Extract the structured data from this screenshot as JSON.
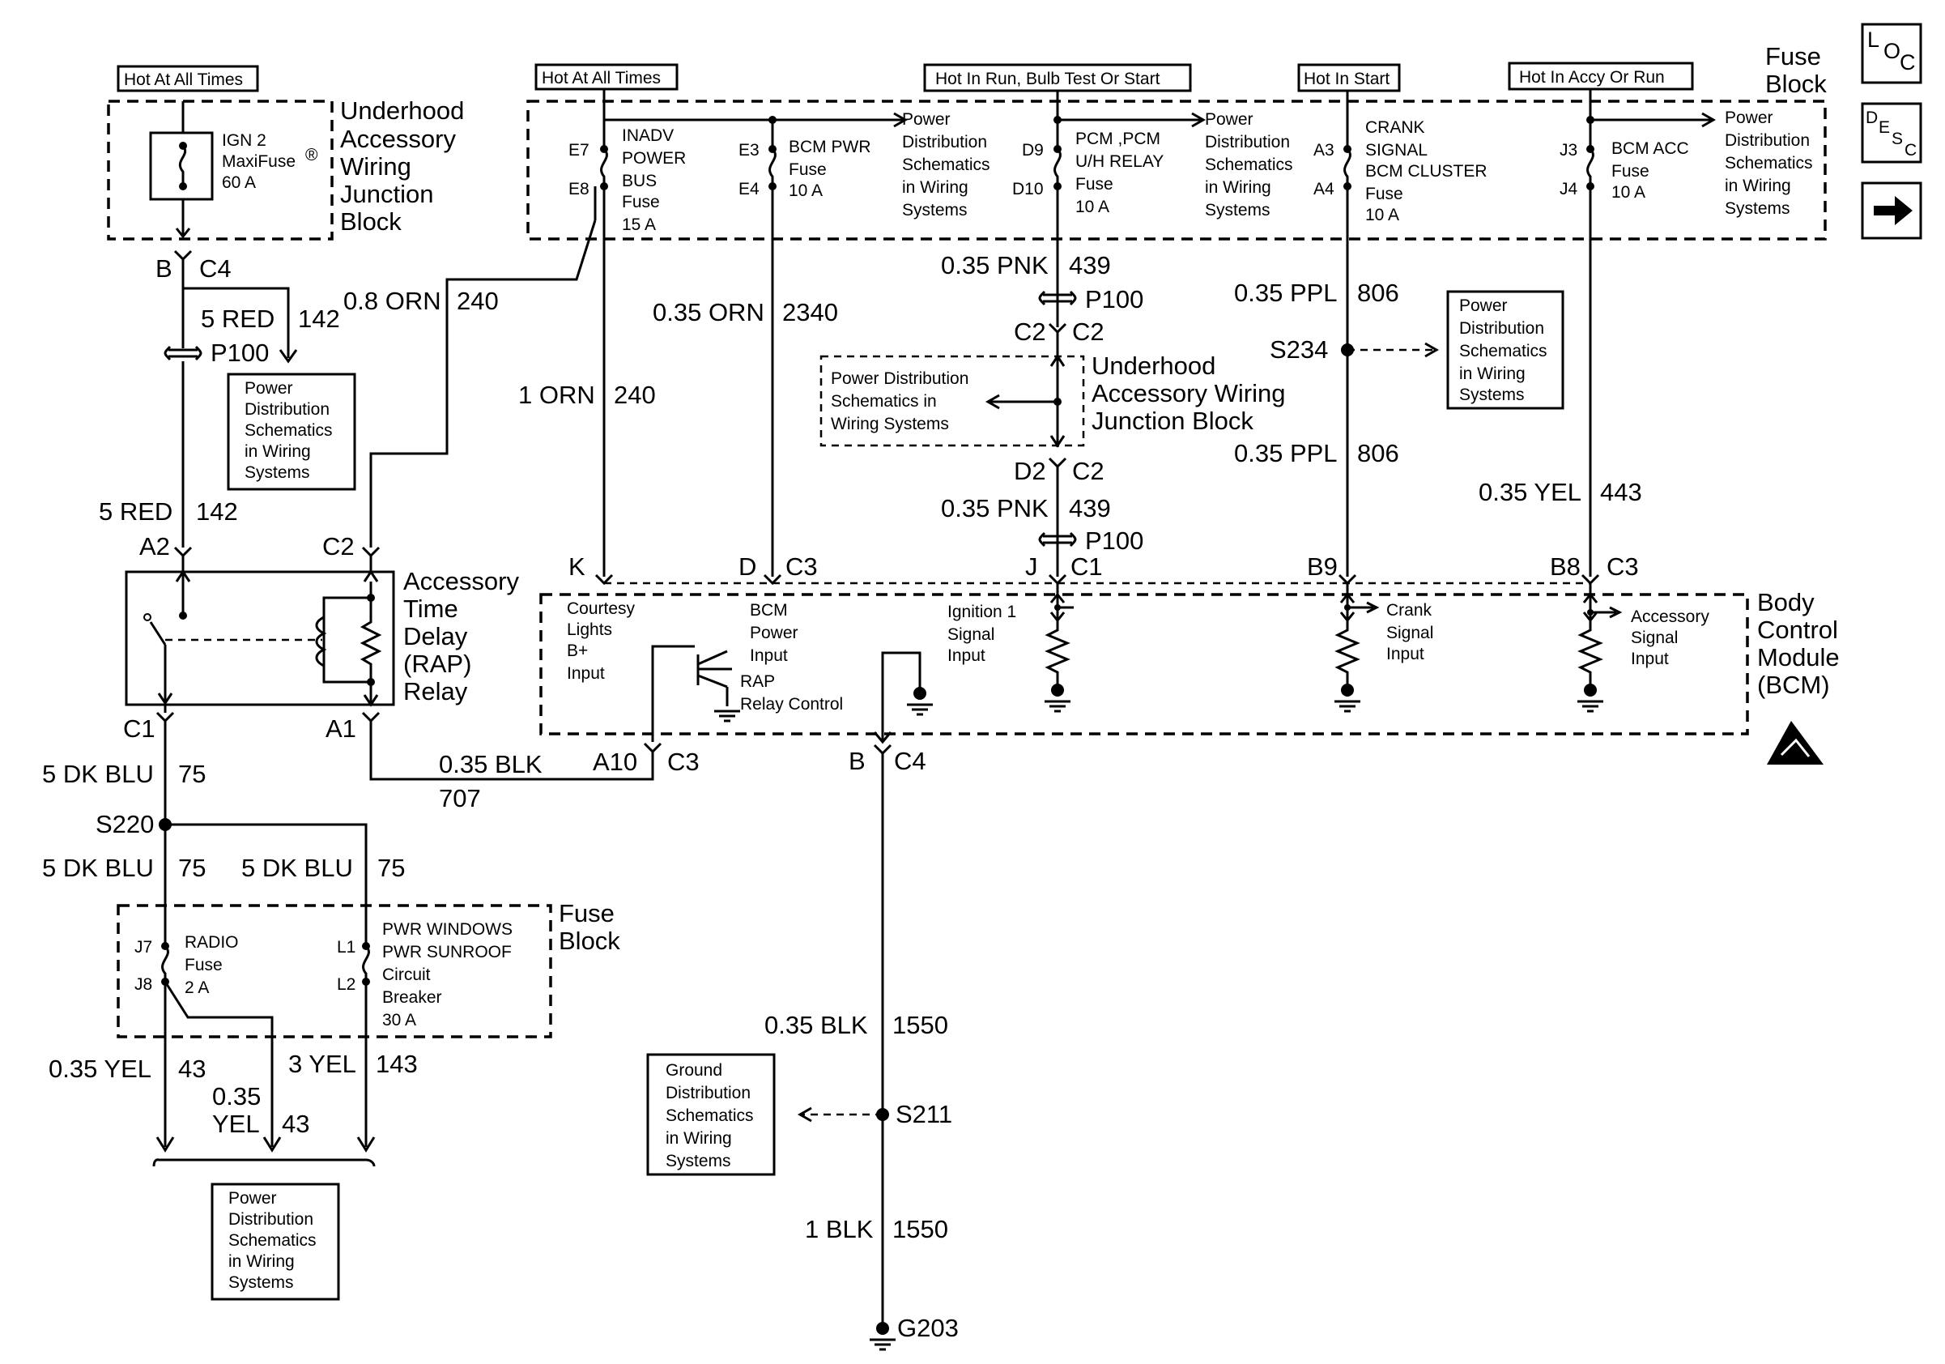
{
  "hot": {
    "always1": "Hot At All Times",
    "always2": "Hot At All Times",
    "run": "Hot In Run, Bulb Test Or Start",
    "start": "Hot In Start",
    "accy": "Hot In Accy Or Run"
  },
  "underhood_block": [
    "Underhood",
    "Accessory",
    "Wiring",
    "Junction",
    "Block"
  ],
  "underhood_block2": [
    "Underhood",
    "Accessory  Wiring",
    "Junction  Block"
  ],
  "fuse_block_top": [
    "Fuse",
    "Block"
  ],
  "fuse_block_bottom": [
    "Fuse",
    "Block"
  ],
  "maxifuse": [
    "IGN 2",
    "MaxiFuse",
    "60 A"
  ],
  "maxifuse_reg": "®",
  "fuses": {
    "inadv": [
      "INADV",
      "POWER",
      "BUS",
      "Fuse",
      "15 A"
    ],
    "bcm_pwr": [
      "BCM PWR",
      "Fuse",
      "10 A"
    ],
    "pcm": [
      "PCM ,PCM",
      "U/H RELAY",
      "Fuse",
      "10 A"
    ],
    "crank": [
      "CRANK",
      "SIGNAL",
      "BCM CLUSTER",
      "Fuse",
      "10 A"
    ],
    "bcm_acc": [
      "BCM ACC",
      "Fuse",
      "10 A"
    ],
    "radio": [
      "RADIO",
      "Fuse",
      "2 A"
    ],
    "windows": [
      "PWR WINDOWS",
      "PWR SUNROOF",
      "Circuit",
      "Breaker",
      "30 A"
    ]
  },
  "pins": {
    "e7": "E7",
    "e8": "E8",
    "e3": "E3",
    "e4": "E4",
    "d9": "D9",
    "d10": "D10",
    "a3": "A3",
    "a4": "A4",
    "j3": "J3",
    "j4": "J4",
    "j7": "J7",
    "j8": "J8",
    "l1": "L1",
    "l2": "L2"
  },
  "pds": [
    "Power",
    "Distribution",
    "Schematics",
    "in Wiring",
    "Systems"
  ],
  "pds_mid": [
    "Power Distribution",
    "Schematics in",
    "Wiring Systems"
  ],
  "gds": [
    "Ground",
    "Distribution",
    "Schematics",
    "in Wiring",
    "Systems"
  ],
  "wires": {
    "w1": "5 RED",
    "w1n": "142",
    "w2": "0.8 ORN",
    "w2n": "240",
    "w3": "5 RED",
    "w3n": "142",
    "w4": "0.35 ORN",
    "w4n": "2340",
    "w5": "1 ORN",
    "w5n": "240",
    "w6": "0.35 PNK",
    "w6n": "439",
    "w7": "0.35 PNK",
    "w7n": "439",
    "w8": "0.35 PPL",
    "w8n": "806",
    "w9": "0.35 PPL",
    "w9n": "806",
    "w10": "0.35 YEL",
    "w10n": "443",
    "w11": "5 DK BLU",
    "w11n": "75",
    "w12": "5 DK BLU",
    "w12n": "75",
    "w13": "5 DK BLU",
    "w13n": "75",
    "w14": "0.35 BLK",
    "w14n": "707",
    "w15": "0.35 YEL",
    "w15n": "43",
    "w16a": "0.35",
    "w16b": "YEL",
    "w16n": "43",
    "w17": "3 YEL",
    "w17n": "143",
    "w18": "0.35 BLK",
    "w18n": "1550",
    "w19": "1 BLK",
    "w19n": "1550"
  },
  "connectors": {
    "b": "B",
    "c4": "C4",
    "p100a": "P100",
    "p100b": "P100",
    "p100c": "P100",
    "c2a": "C2",
    "c2b": "C2",
    "d2": "D2",
    "c2c": "C2",
    "a2": "A2",
    "c2r": "C2",
    "c1r": "C1",
    "a1r": "A1",
    "k": "K",
    "d": "D",
    "c3a": "C3",
    "j": "J",
    "c1b": "C1",
    "b9": "B9",
    "b8": "B8",
    "c3b": "C3",
    "a10": "A10",
    "c3c": "C3",
    "bb": "B",
    "c4b": "C4"
  },
  "splices": {
    "s220": "S220",
    "s234": "S234",
    "s211": "S211",
    "g203": "G203"
  },
  "relay": [
    "Accessory",
    "Time",
    "Delay",
    "(RAP)",
    "Relay"
  ],
  "bcm": [
    "Body",
    "Control",
    "Module",
    "(BCM)"
  ],
  "bcm_inputs": {
    "courtesy": [
      "Courtesy",
      "Lights",
      "B+",
      "Input"
    ],
    "bcm_power": [
      "BCM",
      "Power",
      "Input"
    ],
    "rap": [
      "RAP",
      "Relay Control"
    ],
    "ignition": [
      "Ignition 1",
      "Signal",
      "Input"
    ],
    "crank": [
      "Crank",
      "Signal",
      "Input"
    ],
    "accessory": [
      "Accessory",
      "Signal",
      "Input"
    ]
  },
  "nav": {
    "loc": [
      "L",
      "O",
      "C"
    ],
    "desc": [
      "D",
      "E",
      "S",
      "C"
    ]
  }
}
